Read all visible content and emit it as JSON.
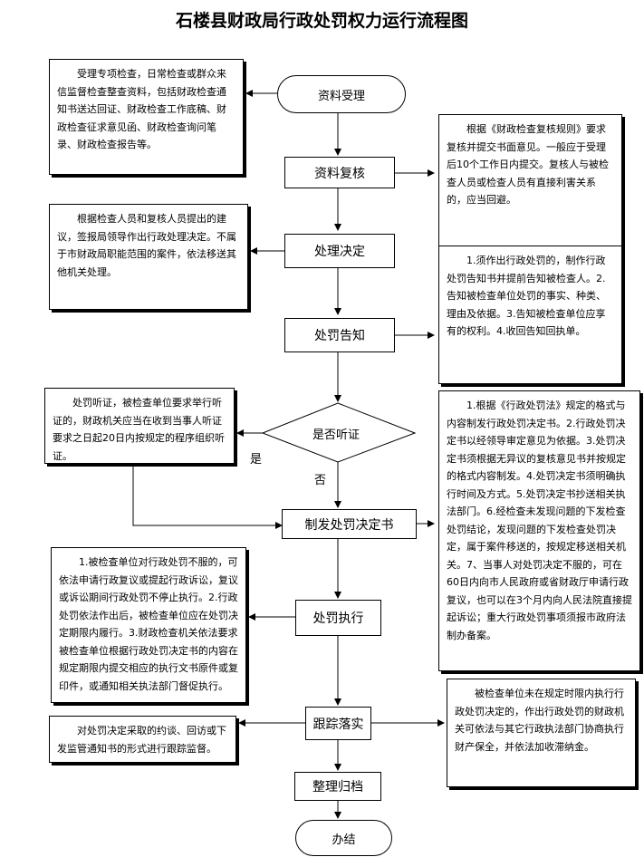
{
  "title": "石楼县财政局行政处罚权力运行流程图",
  "start": "资料受理",
  "end": "办结",
  "steps": {
    "review": "资料复核",
    "decision": "处理决定",
    "notice": "处罚告知",
    "hearing": "是否听证",
    "issue": "制发处罚决定书",
    "execute": "处罚执行",
    "follow": "跟踪落实",
    "archive": "整理归档"
  },
  "branch_labels": {
    "yes": "是",
    "no": "否"
  },
  "notes": {
    "accept": "受理专项检查，日常检查或群众来信监督检查整查资料，包括财政检查通知书送达回证、财政检查工作底稿、财政检查征求意见函、财政检查询问笔录、财政检查报告等。",
    "review": "根据《财政检查复核规则》要求复核并提交书面意见。一般应于受理后10个工作日内提交。复核人与被检查人员或检查人员有直接利害关系的，应当回避。",
    "decision": "根据检查人员和复核人员提出的建议，签报局领导作出行政处理决定。不属于市财政局职能范围的案件，依法移送其他机关处理。",
    "notice": "1.须作出行政处罚的，制作行政处罚告知书并提前告知被检查人。2.告知被检查单位处罚的事实、种类、理由及依据。3.告知被检查单位应享有的权利。4.收回告知回执单。",
    "hearing": "处罚听证，被检查单位要求举行听证的，财政机关应当在收到当事人听证要求之日起20日内按规定的程序组织听证。",
    "issue": "1.根据《行政处罚法》规定的格式与内容制发行政处罚决定书。2.行政处罚决定书以经领导审定意见为依据。3.处罚决定书须根据无异议的复核意见书并按规定的格式内容制发。4.处罚决定书须明确执行时间及方式。5.处罚决定书抄送相关执法部门。6.经检查未发现问题的下发检查处罚结论，发现问题的下发检查处罚决定，属于案件移送的，按规定移送相关机关。7、当事人对处罚决定不服的，可在60日内向市人民政府或省财政厅申请行政复议，也可以在3个月内向人民法院直接提起诉讼；重大行政处罚事项须报市政府法制办备案。",
    "execute": "1.被检查单位对行政处罚不服的，可依法申请行政复议或提起行政诉讼，复议或诉讼期间行政处罚不停止执行。2.行政处罚依法作出后，被检查单位应在处罚决定期限内履行。3.财政检查机关依法要求被检查单位根据行政处罚决定书的内容在规定期限内提交相应的执行文书原件或复印件，或通知相关执法部门督促执行。",
    "follow_left": "对处罚决定采取的约谈、回访或下发监管通知书的形式进行跟踪监督。",
    "follow_right": "被检查单位未在规定时限内执行行政处罚决定的，作出行政处罚的财政机关可依法与其它行政执法部门协商执行财产保全，并依法加收滞纳金。"
  }
}
